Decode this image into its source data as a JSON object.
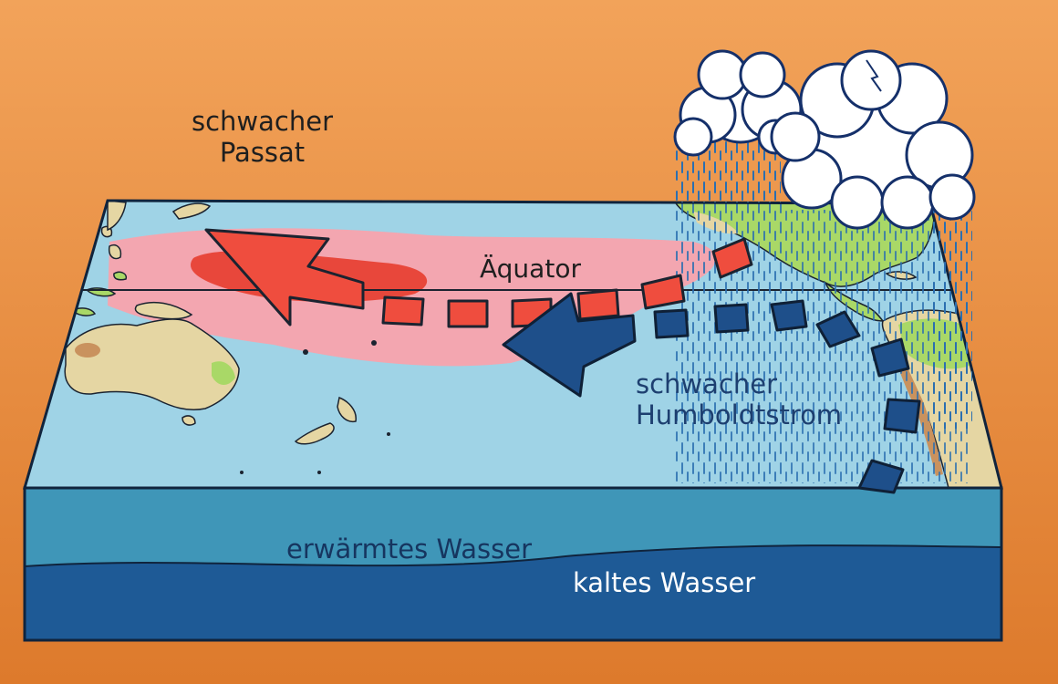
{
  "labels": {
    "wind_line1": "schwacher",
    "wind_line2": "Passat",
    "equator": "Äquator",
    "current_line1": "schwacher",
    "current_line2": "Humboldtstrom",
    "warm_water": "erwärmtes Wasser",
    "cold_water": "kaltes Wasser"
  },
  "colors": {
    "background_top": "#f2a35a",
    "background_bottom": "#dd7a2c",
    "ocean_surface": "#9fd3e6",
    "ocean_side": "#3f96b8",
    "cold_water_layer": "#1e5a96",
    "warm_zone": "#f3a6b0",
    "hot_core": "#e8473b",
    "wind_arrow": "#ef4d3e",
    "current_arrow": "#1e4f8a",
    "land": "#e5d6a3",
    "vegetation": "#a9d867",
    "rain": "#2b6fb0",
    "cloud": "#ffffff",
    "outline": "#1b2330"
  },
  "icons": [
    "cloud-icon",
    "rain-icon",
    "wind-arrow-icon",
    "current-arrow-icon"
  ]
}
